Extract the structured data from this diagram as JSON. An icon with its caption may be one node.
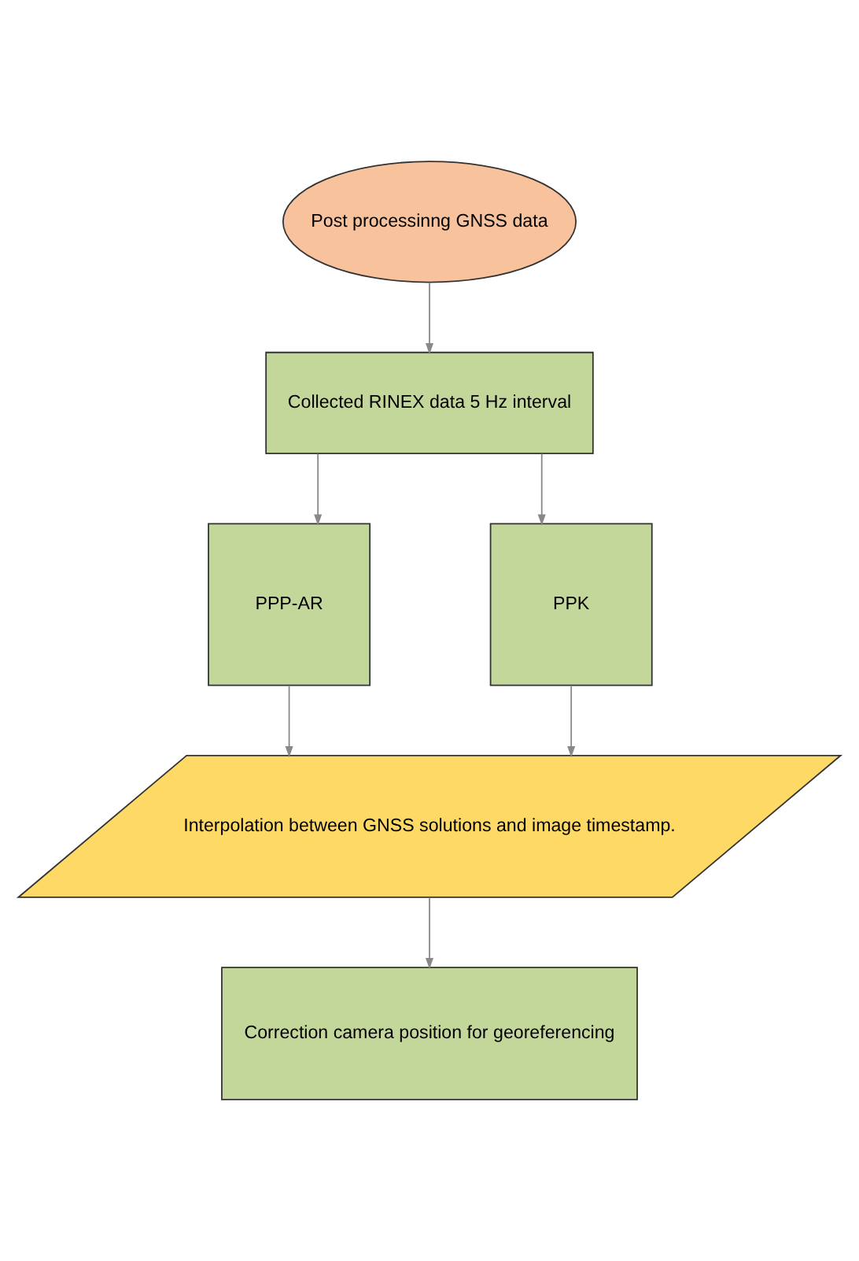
{
  "diagram": {
    "nodes": [
      {
        "text": [
          "Post processinng GNSS data"
        ]
      },
      {
        "text": [
          "Collected RINEX data 5 Hz interval"
        ]
      },
      {
        "text": [
          "PPP-AR"
        ]
      },
      {
        "text": [
          "PPK"
        ]
      },
      {
        "text": [
          "Interpolation between GNSS solutions and image timestamp."
        ]
      },
      {
        "text": [
          "Correction camera position for georeferencing"
        ]
      }
    ],
    "edges": [
      {
        "from": 0,
        "to": 1,
        "arrow": "to"
      },
      {
        "from": 1,
        "to": 2,
        "arrow": "to"
      },
      {
        "from": 1,
        "to": 3,
        "arrow": "to"
      },
      {
        "from": 2,
        "to": 4,
        "arrow": "to"
      },
      {
        "from": 3,
        "to": 4,
        "arrow": "to"
      },
      {
        "from": 4,
        "to": 5,
        "arrow": "to"
      }
    ]
  }
}
